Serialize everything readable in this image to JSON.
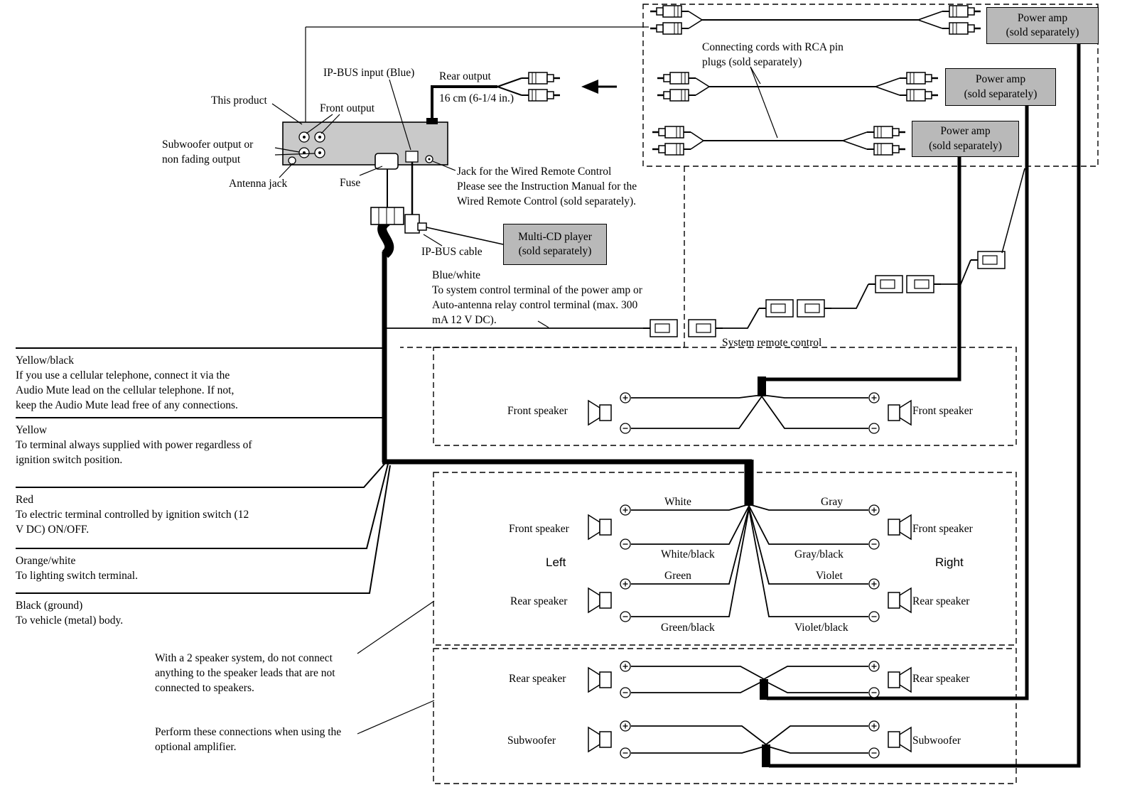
{
  "head_unit": {
    "this_product": "This product",
    "ip_bus_input": "IP-BUS input (Blue)",
    "front_output": "Front output",
    "subwoofer_output": "Subwoofer output or\nnon fading output",
    "antenna_jack": "Antenna jack",
    "fuse": "Fuse",
    "rear_output": "Rear output",
    "rear_output_length": "16 cm (6-1/4 in.)",
    "wired_remote_note": "Jack for the Wired Remote Control\nPlease see the Instruction Manual for the\nWired Remote Control (sold separately)."
  },
  "amps": {
    "connecting_cords_note": "Connecting cords with RCA pin\nplugs (sold separately)",
    "amp1": "Power amp\n(sold separately)",
    "amp2": "Power amp\n(sold separately)",
    "amp3": "Power amp\n(sold separately)"
  },
  "ip_bus": {
    "multi_cd": "Multi-CD player\n(sold separately)",
    "cable": "IP-BUS cable"
  },
  "system_remote": {
    "note": "Blue/white\nTo system control terminal of the power amp or\nAuto-antenna relay control terminal (max. 300\nmA 12 V DC).",
    "label": "System remote control"
  },
  "leads": [
    {
      "name": "Yellow/black",
      "desc": "If you use a cellular telephone, connect it via the\nAudio Mute lead on the cellular telephone. If not,\nkeep the Audio Mute lead free of any connections."
    },
    {
      "name": "Yellow",
      "desc": "To terminal always supplied with power regardless of\nignition switch position."
    },
    {
      "name": "Red",
      "desc": "To electric terminal controlled by ignition switch (12\nV DC) ON/OFF."
    },
    {
      "name": "Orange/white",
      "desc": "To lighting switch terminal."
    },
    {
      "name": "Black (ground)",
      "desc": "To vehicle (metal) body."
    }
  ],
  "speakers": {
    "front": "Front speaker",
    "rear": "Rear speaker",
    "subwoofer": "Subwoofer",
    "left": "Left",
    "right": "Right"
  },
  "wire_colors": {
    "fl_plus": "White",
    "fl_minus": "White/black",
    "fr_plus": "Gray",
    "fr_minus": "Gray/black",
    "rl_plus": "Green",
    "rl_minus": "Green/black",
    "rr_plus": "Violet",
    "rr_minus": "Violet/black"
  },
  "notes": {
    "two_speaker": "With a 2 speaker system, do not connect\nanything to the speaker leads that are not\nconnected to speakers.",
    "optional_amp": "Perform these connections when using the\noptional amplifier."
  }
}
